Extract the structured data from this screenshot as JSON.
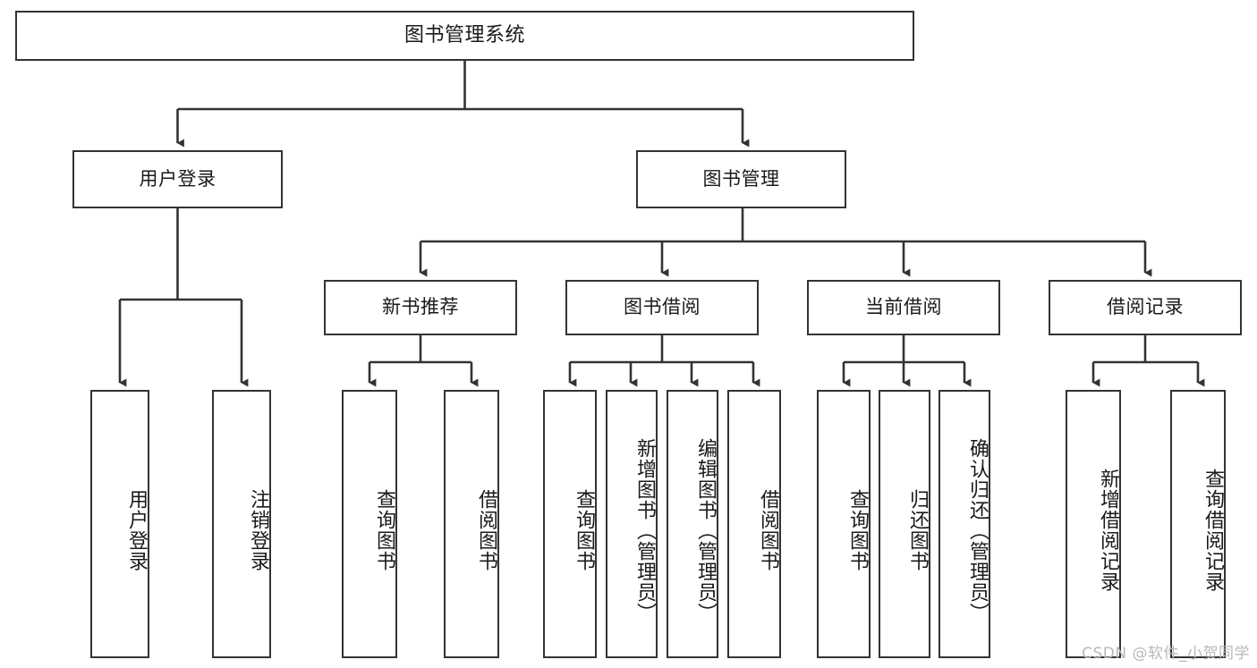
{
  "diagram": {
    "title": "图书管理系统",
    "type": "tree-hierarchy-chart",
    "colors": {
      "box_border": "#333333",
      "box_fill": "#ffffff",
      "connector": "#333333",
      "text": "#1a1a1a",
      "watermark": "#b8b8b8",
      "background": "#ffffff"
    }
  },
  "root": {
    "label": "图书管理系统"
  },
  "level2": [
    {
      "id": "user-login",
      "label": "用户登录"
    },
    {
      "id": "book-manage",
      "label": "图书管理"
    }
  ],
  "level3": [
    {
      "id": "new-book-recommend",
      "label": "新书推荐"
    },
    {
      "id": "book-borrow",
      "label": "图书借阅"
    },
    {
      "id": "current-borrow",
      "label": "当前借阅"
    },
    {
      "id": "borrow-record",
      "label": "借阅记录"
    }
  ],
  "leaves": {
    "user_login": [
      {
        "id": "leaf-user-login",
        "label": "用户登录"
      },
      {
        "id": "leaf-logout-login",
        "label": "注销登录"
      }
    ],
    "new_book_recommend": [
      {
        "id": "leaf-query-book-1",
        "label": "查询图书"
      },
      {
        "id": "leaf-borrow-book-1",
        "label": "借阅图书"
      }
    ],
    "book_borrow": [
      {
        "id": "leaf-query-book-2",
        "label": "查询图书"
      },
      {
        "id": "leaf-add-book",
        "label": "新增图书（管理员）"
      },
      {
        "id": "leaf-edit-book",
        "label": "编辑图书（管理员）"
      },
      {
        "id": "leaf-borrow-book-2",
        "label": "借阅图书"
      }
    ],
    "current_borrow": [
      {
        "id": "leaf-query-book-3",
        "label": "查询图书"
      },
      {
        "id": "leaf-return-book",
        "label": "归还图书"
      },
      {
        "id": "leaf-confirm-return",
        "label": "确认归还（管理员）"
      }
    ],
    "borrow_record": [
      {
        "id": "leaf-add-record",
        "label": "新增借阅记录"
      },
      {
        "id": "leaf-query-record",
        "label": "查询借阅记录"
      }
    ]
  },
  "watermark": {
    "text": "CSDN @软件_小贺同学"
  },
  "chart_data": {
    "type": "table",
    "title": "图书管理系统 功能结构图",
    "nodes": [
      {
        "level": 1,
        "label": "图书管理系统",
        "parent": null
      },
      {
        "level": 2,
        "label": "用户登录",
        "parent": "图书管理系统"
      },
      {
        "level": 2,
        "label": "图书管理",
        "parent": "图书管理系统"
      },
      {
        "level": 3,
        "label": "用户登录",
        "parent": "用户登录"
      },
      {
        "level": 3,
        "label": "注销登录",
        "parent": "用户登录"
      },
      {
        "level": 3,
        "label": "新书推荐",
        "parent": "图书管理"
      },
      {
        "level": 3,
        "label": "图书借阅",
        "parent": "图书管理"
      },
      {
        "level": 3,
        "label": "当前借阅",
        "parent": "图书管理"
      },
      {
        "level": 3,
        "label": "借阅记录",
        "parent": "图书管理"
      },
      {
        "level": 4,
        "label": "查询图书",
        "parent": "新书推荐"
      },
      {
        "level": 4,
        "label": "借阅图书",
        "parent": "新书推荐"
      },
      {
        "level": 4,
        "label": "查询图书",
        "parent": "图书借阅"
      },
      {
        "level": 4,
        "label": "新增图书（管理员）",
        "parent": "图书借阅"
      },
      {
        "level": 4,
        "label": "编辑图书（管理员）",
        "parent": "图书借阅"
      },
      {
        "level": 4,
        "label": "借阅图书",
        "parent": "图书借阅"
      },
      {
        "level": 4,
        "label": "查询图书",
        "parent": "当前借阅"
      },
      {
        "level": 4,
        "label": "归还图书",
        "parent": "当前借阅"
      },
      {
        "level": 4,
        "label": "确认归还（管理员）",
        "parent": "当前借阅"
      },
      {
        "level": 4,
        "label": "新增借阅记录",
        "parent": "借阅记录"
      },
      {
        "level": 4,
        "label": "查询借阅记录",
        "parent": "借阅记录"
      }
    ]
  }
}
